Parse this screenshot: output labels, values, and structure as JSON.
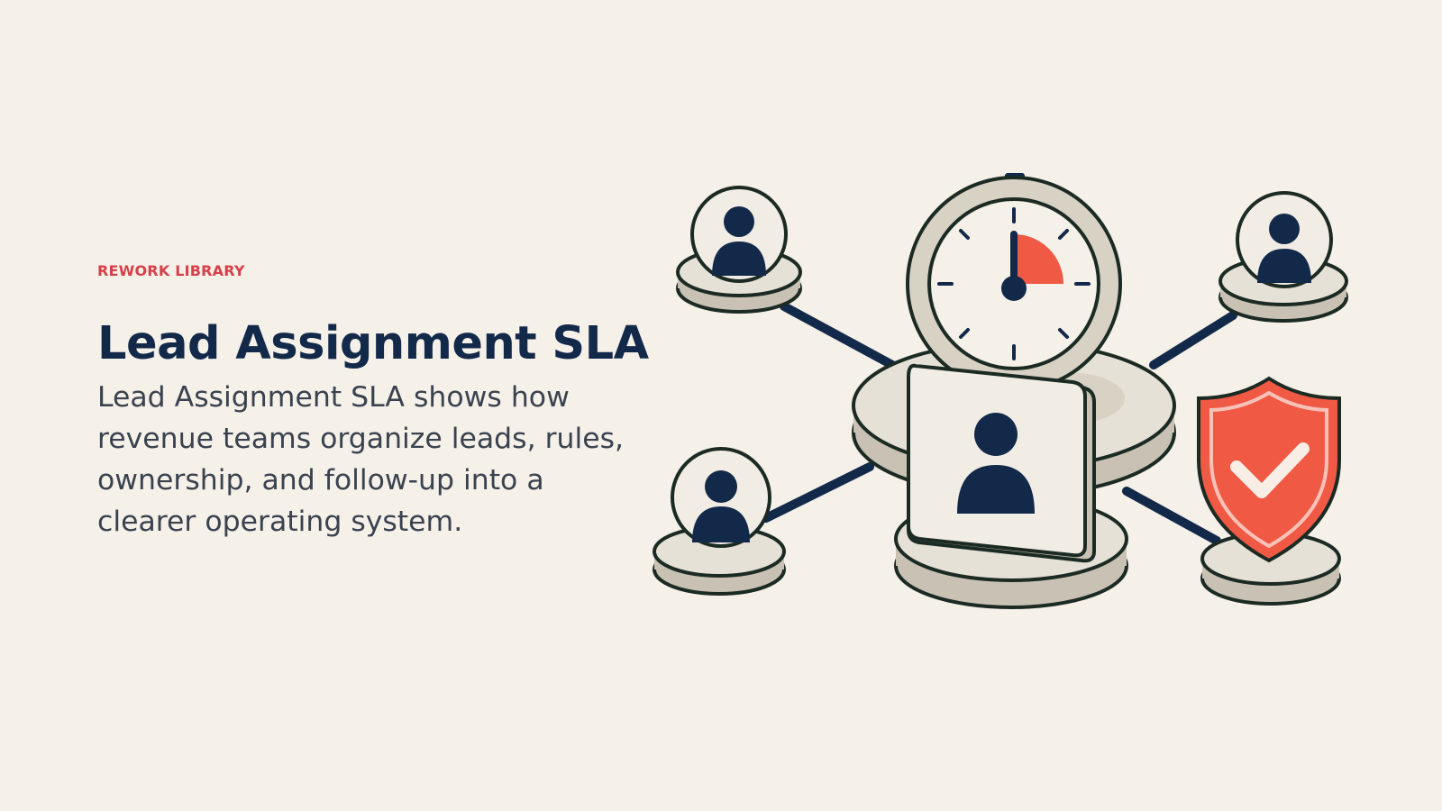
{
  "hero": {
    "eyebrow": "REWORK LIBRARY",
    "title": "Lead Assignment SLA",
    "description": "Lead Assignment SLA shows how revenue teams organize leads, rules, ownership, and follow-up into a clearer operating system."
  },
  "illustration": {
    "icons": [
      "stopwatch-icon",
      "user-avatar-icon",
      "shield-check-icon"
    ],
    "colors": {
      "navy": "#13294a",
      "accent_red": "#f05a45",
      "platform": "#e6e1d6",
      "platform_shadow": "#c9c2b4",
      "outline": "#1b2b24",
      "background": "#f5f0e8"
    }
  }
}
